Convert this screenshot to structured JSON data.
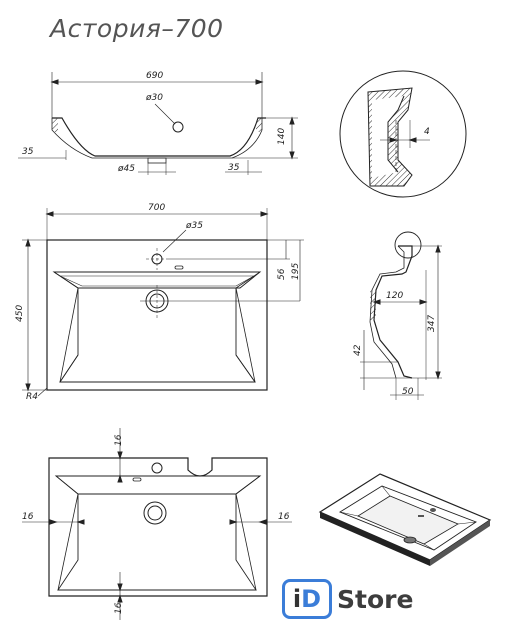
{
  "title": "Астория–700",
  "dims": {
    "top_width": "690",
    "top_hole": "ø30",
    "top_height": "140",
    "top_left_35": "35",
    "top_drain": "ø45",
    "top_right_35": "35",
    "plan_width": "700",
    "plan_hole": "ø35",
    "plan_56": "56",
    "plan_195": "195",
    "plan_450": "450",
    "plan_r4": "R4",
    "detail_4": "4",
    "section_120": "120",
    "section_347": "347",
    "section_42": "42",
    "section_50": "50",
    "bottom_top_16": "16",
    "bottom_left_16": "16",
    "bottom_right_16": "16",
    "bottom_bot_16": "16"
  },
  "logo": {
    "i": "i",
    "d": "D",
    "word": "Store",
    "accent": "#3b7dd8"
  }
}
